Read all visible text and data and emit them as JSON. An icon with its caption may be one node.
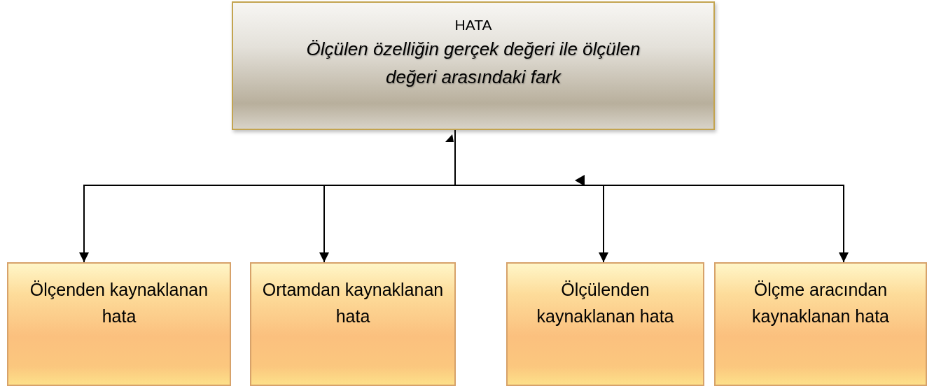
{
  "diagram": {
    "nodes": [
      {
        "text": [
          "HATA",
          "Ölçülen özelliğin gerçek değeri ile ölçülen değeri arasındaki fark"
        ]
      },
      {
        "text": [
          "Ölçenden kaynaklanan hata"
        ]
      },
      {
        "text": [
          "Ortamdan kaynaklanan hata"
        ]
      },
      {
        "text": [
          "Ölçülenden kaynaklanan hata"
        ]
      },
      {
        "text": [
          "Ölçme aracından kaynaklanan hata"
        ]
      }
    ],
    "edges": [
      {
        "from": 0,
        "to": 1,
        "arrow": "to"
      },
      {
        "from": 0,
        "to": 2,
        "arrow": "to"
      },
      {
        "from": 0,
        "to": 3,
        "arrow": "to"
      },
      {
        "from": 0,
        "to": 4,
        "arrow": "to"
      }
    ]
  }
}
